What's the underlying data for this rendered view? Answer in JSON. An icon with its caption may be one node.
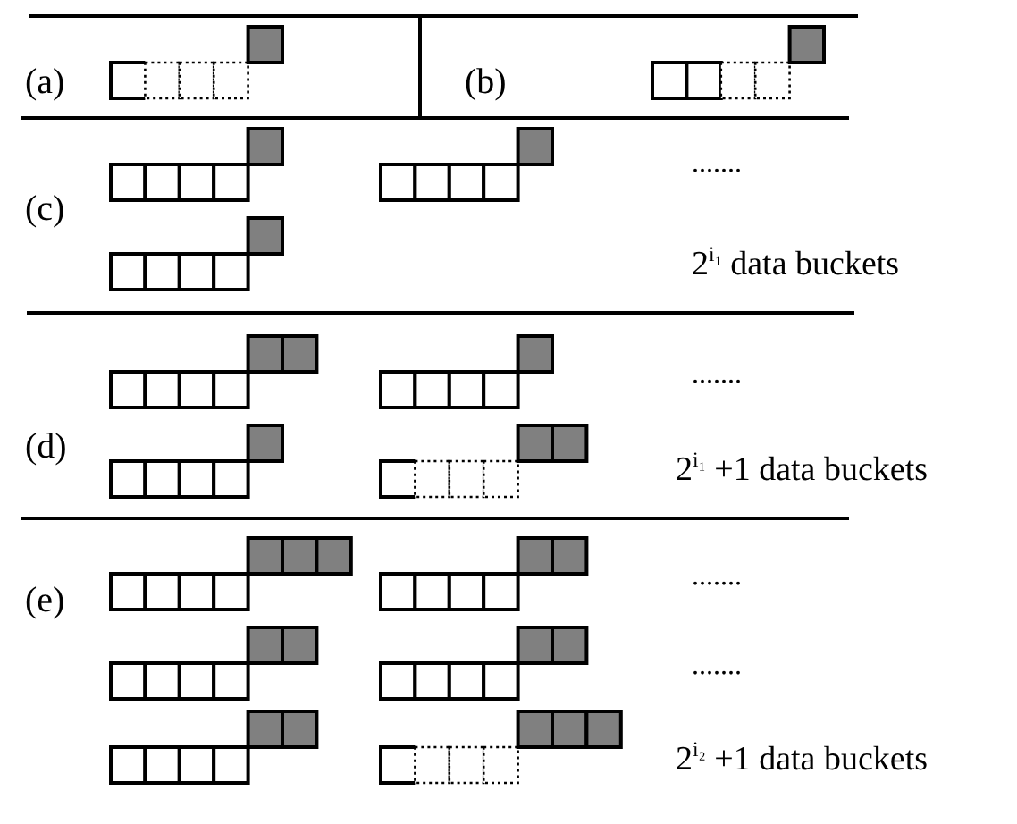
{
  "diagram": {
    "labels": [
      "(a)",
      "(b)",
      "(c)",
      ".......",
      "2$^{i₁}$ data buckets",
      ".......",
      "(d)",
      "2$^{i₁}$ +1 data buckets",
      "(e)",
      ".......",
      ".......",
      "2$^{i₂}$ +1 data buckets"
    ]
  }
}
